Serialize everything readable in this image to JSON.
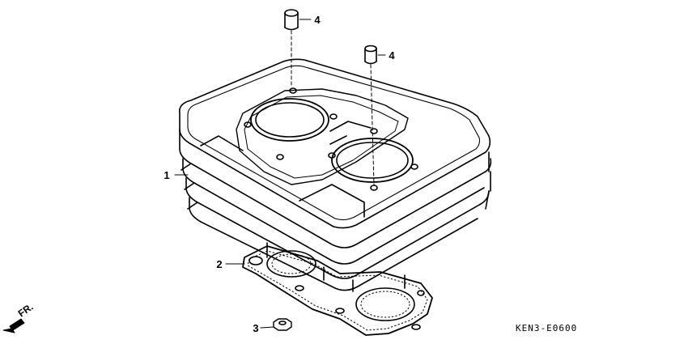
{
  "callouts": {
    "c1": "1",
    "c2": "2",
    "c3": "3",
    "c4a": "4",
    "c4b": "4"
  },
  "direction_label": "FR.",
  "diagram_code": "KEN3-E0600",
  "colors": {
    "line": "#000000",
    "background": "#ffffff"
  }
}
